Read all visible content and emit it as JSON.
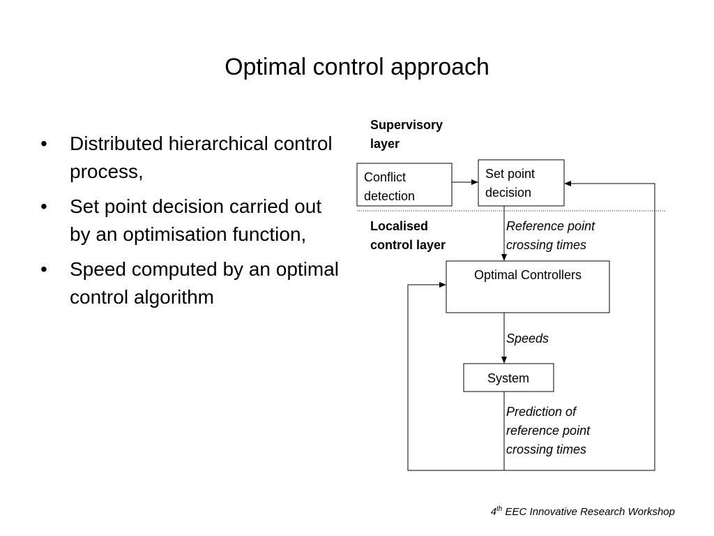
{
  "title": "Optimal control approach",
  "bullets": [
    "Distributed hierarchical control process,",
    "Set point decision carried out by an optimisation function,",
    "Speed computed by an optimal control algorithm"
  ],
  "bullet_glyph": "•",
  "diagram": {
    "layer_supervisory": [
      "Supervisory",
      "layer"
    ],
    "layer_localised": [
      "Localised",
      "control layer"
    ],
    "box_conflict": [
      "Conflict",
      "detection"
    ],
    "box_setpoint": [
      "Set point",
      "decision"
    ],
    "box_controllers": "Optimal Controllers",
    "box_system": "System",
    "label_reference": [
      "Reference point",
      "crossing times"
    ],
    "label_speeds": "Speeds",
    "label_prediction": [
      "Prediction of",
      "reference point",
      "crossing times"
    ]
  },
  "footer": {
    "number": "4",
    "superscript": "th",
    "text": " EEC Innovative Research Workshop"
  }
}
